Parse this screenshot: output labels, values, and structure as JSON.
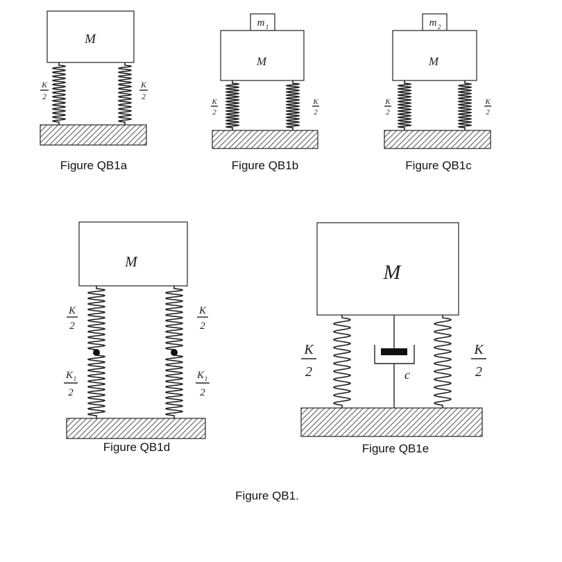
{
  "figures": {
    "a": {
      "caption": "Figure QB1a",
      "mass": "M",
      "left_spring": {
        "num": "K",
        "den": "2"
      },
      "right_spring": {
        "num": "K",
        "den": "2"
      }
    },
    "b": {
      "caption": "Figure QB1b",
      "mass": "M",
      "small_mass": {
        "base": "m",
        "sub": "1"
      },
      "left_spring": {
        "num": "K",
        "den": "2"
      },
      "right_spring": {
        "num": "K",
        "den": "2"
      }
    },
    "c": {
      "caption": "Figure QB1c",
      "mass": "M",
      "small_mass": {
        "base": "m",
        "sub": "2"
      },
      "left_spring": {
        "num": "K",
        "den": "2"
      },
      "right_spring": {
        "num": "K",
        "den": "2"
      }
    },
    "d": {
      "caption": "Figure QB1d",
      "mass": "M",
      "left_upper": {
        "num": "K",
        "den": "2"
      },
      "right_upper": {
        "num": "K",
        "den": "2"
      },
      "left_lower": {
        "num": "K",
        "sub": "1",
        "den": "2"
      },
      "right_lower": {
        "num": "K",
        "sub": "1",
        "den": "2"
      }
    },
    "e": {
      "caption": "Figure QB1e",
      "mass": "M",
      "left_spring": {
        "num": "K",
        "den": "2"
      },
      "right_spring": {
        "num": "K",
        "den": "2"
      },
      "damper": "c"
    }
  },
  "main_caption": "Figure QB1.",
  "colors": {
    "stroke": "#222222",
    "hatch": "#555555",
    "background": "#ffffff"
  }
}
